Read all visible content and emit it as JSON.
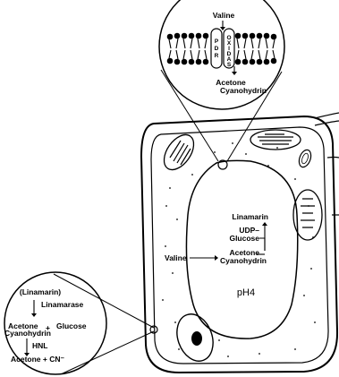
{
  "top_inset": {
    "valine": "Valine",
    "pdr": "PDR",
    "oxidase": "OXIDASE",
    "product_line1": "Acetone",
    "product_line2": "Cyanohydrin"
  },
  "vacuole": {
    "linamarin": "Linamarin",
    "udp_line1": "UDP–",
    "udp_line2": "Glucose",
    "acetone_line1": "Acetone",
    "acetone_line2": "Cyanohydrin",
    "valine": "Valine",
    "ph": "pH4"
  },
  "left_inset": {
    "linamarin": "(Linamarin)",
    "linamarase": "Linamarase",
    "acetone": "Acetone",
    "plus": "+",
    "glucose": "Glucose",
    "cyanohydrin": "Cyanohydrin",
    "hnl": "HNL",
    "products": "Acetone + CN⁻"
  }
}
